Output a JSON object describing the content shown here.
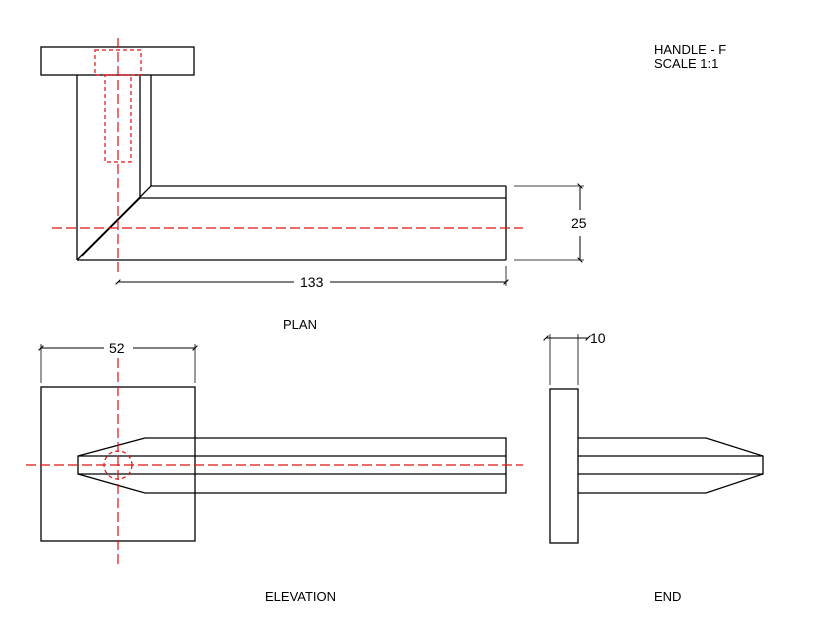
{
  "title_block": {
    "part": "HANDLE - F",
    "scale": "SCALE 1:1"
  },
  "views": {
    "plan": "PLAN",
    "elevation": "ELEVATION",
    "end": "END"
  },
  "dimensions": {
    "lever_length": "133",
    "lever_width": "25",
    "rose_width": "52",
    "rose_thickness": "10"
  },
  "colors": {
    "object_line": "#000000",
    "center_line": "#e01010"
  }
}
